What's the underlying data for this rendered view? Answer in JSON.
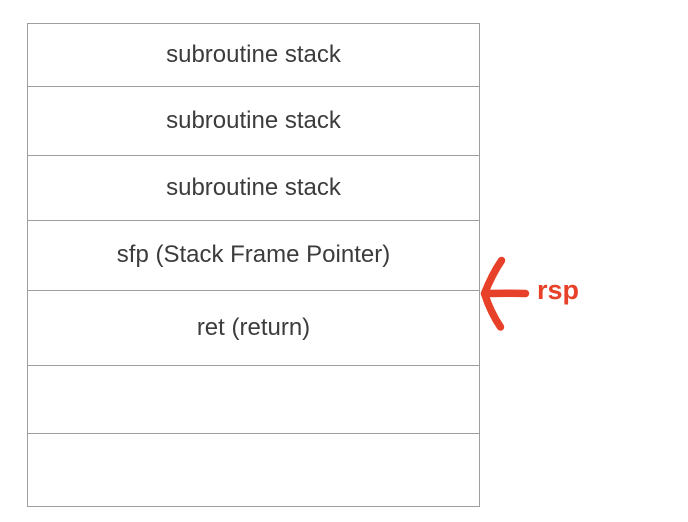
{
  "diagram": {
    "title": "stack frame diagram",
    "background_color": "#ffffff",
    "cell_border_color": "#9e9e9e",
    "cell_text_color": "#3c3c3c",
    "accent_color": "#e8412a",
    "stack_cells": [
      {
        "label": "subroutine stack"
      },
      {
        "label": "subroutine stack"
      },
      {
        "label": "subroutine stack"
      },
      {
        "label": "sfp (Stack Frame Pointer)"
      },
      {
        "label": "ret (return)"
      },
      {
        "label": ""
      },
      {
        "label": ""
      }
    ],
    "annotation": {
      "label": "rsp",
      "color": "#e8412a",
      "icon": "left-arrow-icon",
      "points_to_cell_index": 4
    }
  }
}
